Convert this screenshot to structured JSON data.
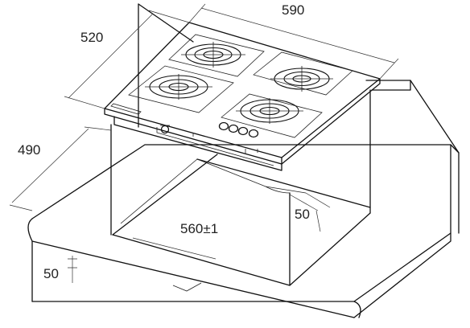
{
  "diagram": {
    "colors": {
      "line": "#111111",
      "background": "#ffffff"
    },
    "dimensions": {
      "width_top": "590",
      "depth_top": "520",
      "cutout_depth": "490",
      "cutout_width": "560±1",
      "rear_margin": "50",
      "front_margin": "50"
    }
  }
}
